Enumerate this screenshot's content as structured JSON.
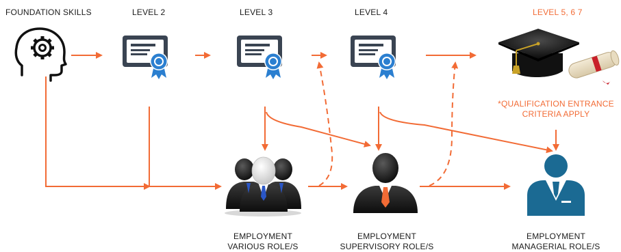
{
  "colors": {
    "arrow": "#f26b35",
    "certificate": "#3a4452",
    "seal": "#2b7fd0",
    "text": "#1a1a1a",
    "highlight": "#f26b35",
    "manager_icon": "#1b6a93"
  },
  "stages": {
    "foundation": "FOUNDATION SKILLS",
    "level2": "LEVEL 2",
    "level3": "LEVEL 3",
    "level4": "LEVEL 4",
    "level5": "LEVEL 5, 6 7"
  },
  "note": {
    "line1": "*QUALIFICATION ENTRANCE",
    "line2": "CRITERIA APPLY"
  },
  "outcomes": {
    "various": {
      "line1": "EMPLOYMENT",
      "line2": "VARIOUS ROLE/S"
    },
    "supervisory": {
      "line1": "EMPLOYMENT",
      "line2": "SUPERVISORY ROLE/S"
    },
    "managerial": {
      "line1": "EMPLOYMENT",
      "line2": "MANAGERIAL ROLE/S"
    }
  },
  "icons": {
    "foundation": "head-gear-icon",
    "level2": "certificate-icon",
    "level3": "certificate-icon",
    "level4": "certificate-icon",
    "level5": "graduation-cap-diploma-icon",
    "various": "team-group-icon",
    "supervisory": "supervisor-icon",
    "managerial": "manager-icon"
  }
}
